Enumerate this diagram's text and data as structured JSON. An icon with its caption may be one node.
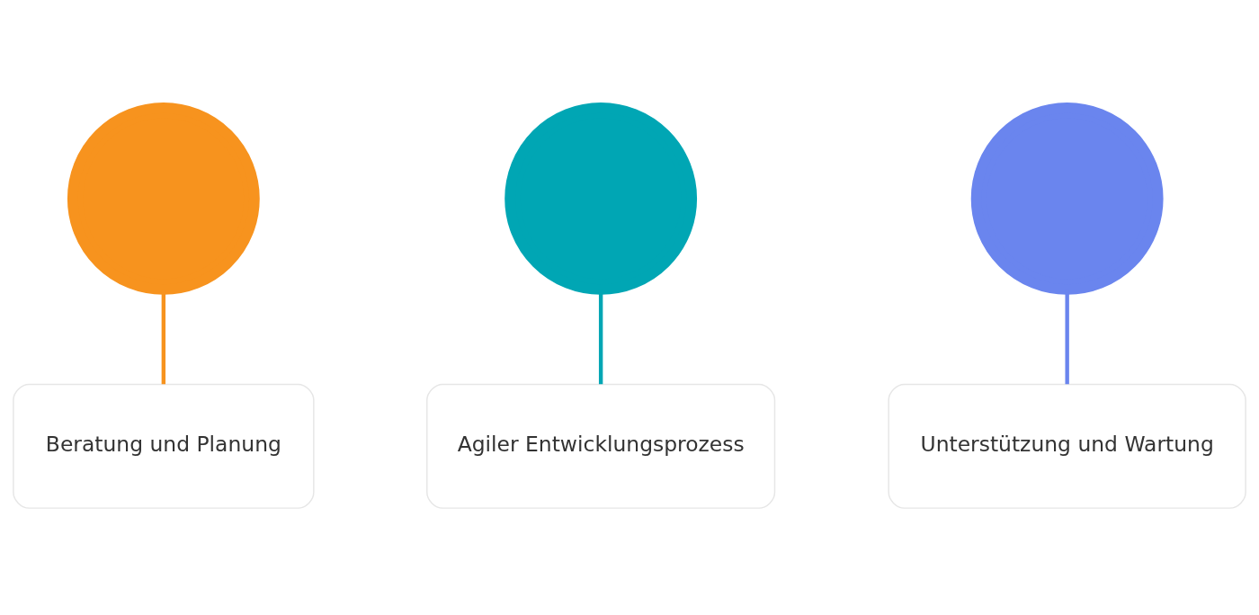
{
  "diagram": {
    "nodes": [
      {
        "text": [],
        "shape": "circle"
      },
      {
        "text": [],
        "shape": "circle"
      },
      {
        "text": [],
        "shape": "circle"
      },
      {
        "text": [
          "Beratung und Planung"
        ]
      },
      {
        "text": [
          "Agiler Entwicklungsprozess"
        ]
      },
      {
        "text": [
          "Unterstützung und Wartung"
        ]
      }
    ],
    "edges": [
      {
        "from": 0,
        "to": 3,
        "arrow": "none",
        "color": "#f7931e"
      },
      {
        "from": 1,
        "to": 4,
        "arrow": "none",
        "color": "#00a6b4"
      },
      {
        "from": 2,
        "to": 5,
        "arrow": "none",
        "color": "#6a85ee"
      }
    ]
  }
}
